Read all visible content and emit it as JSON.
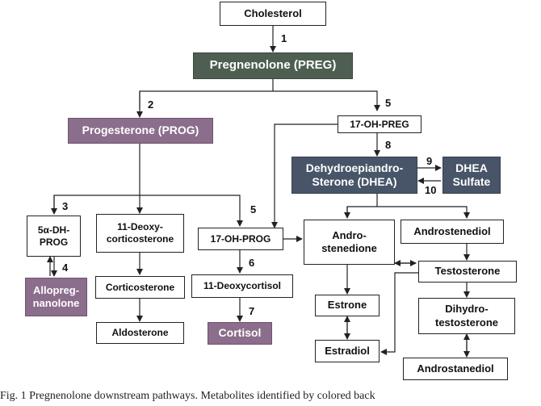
{
  "boxes": {
    "cholesterol": "Cholesterol",
    "preg": "Pregnenolone (PREG)",
    "prog": "Progesterone (PROG)",
    "ohpreg": "17-OH-PREG",
    "dhea": "Dehydroepiandro-\nSterone (DHEA)",
    "dheas": "DHEA\nSulfate",
    "dhprog": "5α-DH-\nPROG",
    "deoxycort": "11-Deoxy-\ncorticosterone",
    "ohprog": "17-OH-PROG",
    "androstenedione": "Andro-\nstenedione",
    "androstenediol": "Androstenediol",
    "allopreg": "Allopreg-\nnanolone",
    "corticosterone": "Corticosterone",
    "deoxycortisol": "11-Deoxycortisol",
    "testosterone": "Testosterone",
    "estrone": "Estrone",
    "dht": "Dihydro-\ntestosterone",
    "aldosterone": "Aldosterone",
    "cortisol": "Cortisol",
    "estradiol": "Estradiol",
    "androstanediol": "Androstanediol"
  },
  "steps": {
    "s1": "1",
    "s2": "2",
    "s5a": "5",
    "s8": "8",
    "s9": "9",
    "s10": "10",
    "s3": "3",
    "s4": "4",
    "s5b": "5",
    "s6": "6",
    "s7": "7"
  },
  "colors": {
    "green": "#4e5f52",
    "purple": "#8b6d8c",
    "navy": "#485568"
  },
  "caption": "Fig. 1 Pregnenolone downstream pathways. Metabolites identified by colored back"
}
